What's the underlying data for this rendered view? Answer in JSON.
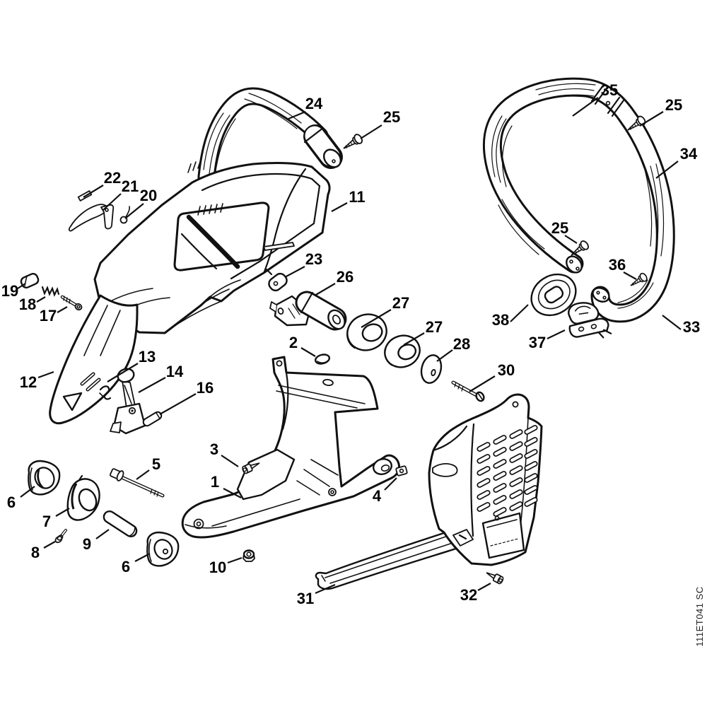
{
  "diagram": {
    "watermark": "111ET041 SC"
  },
  "callouts": {
    "c1": {
      "label": "1"
    },
    "c2": {
      "label": "2"
    },
    "c3": {
      "label": "3"
    },
    "c4": {
      "label": "4"
    },
    "c5": {
      "label": "5"
    },
    "c6a": {
      "label": "6"
    },
    "c6b": {
      "label": "6"
    },
    "c7": {
      "label": "7"
    },
    "c8": {
      "label": "8"
    },
    "c9": {
      "label": "9"
    },
    "c10": {
      "label": "10"
    },
    "c11": {
      "label": "11"
    },
    "c12": {
      "label": "12"
    },
    "c13": {
      "label": "13"
    },
    "c14": {
      "label": "14"
    },
    "c16": {
      "label": "16"
    },
    "c17": {
      "label": "17"
    },
    "c18": {
      "label": "18"
    },
    "c19": {
      "label": "19"
    },
    "c20": {
      "label": "20"
    },
    "c21": {
      "label": "21"
    },
    "c22": {
      "label": "22"
    },
    "c23": {
      "label": "23"
    },
    "c24": {
      "label": "24"
    },
    "c25a": {
      "label": "25"
    },
    "c25b": {
      "label": "25"
    },
    "c25c": {
      "label": "25"
    },
    "c26": {
      "label": "26"
    },
    "c27a": {
      "label": "27"
    },
    "c27b": {
      "label": "27"
    },
    "c28": {
      "label": "28"
    },
    "c30": {
      "label": "30"
    },
    "c31": {
      "label": "31"
    },
    "c32": {
      "label": "32"
    },
    "c33": {
      "label": "33"
    },
    "c34": {
      "label": "34"
    },
    "c35": {
      "label": "35"
    },
    "c36": {
      "label": "36"
    },
    "c37": {
      "label": "37"
    },
    "c38": {
      "label": "38"
    }
  }
}
